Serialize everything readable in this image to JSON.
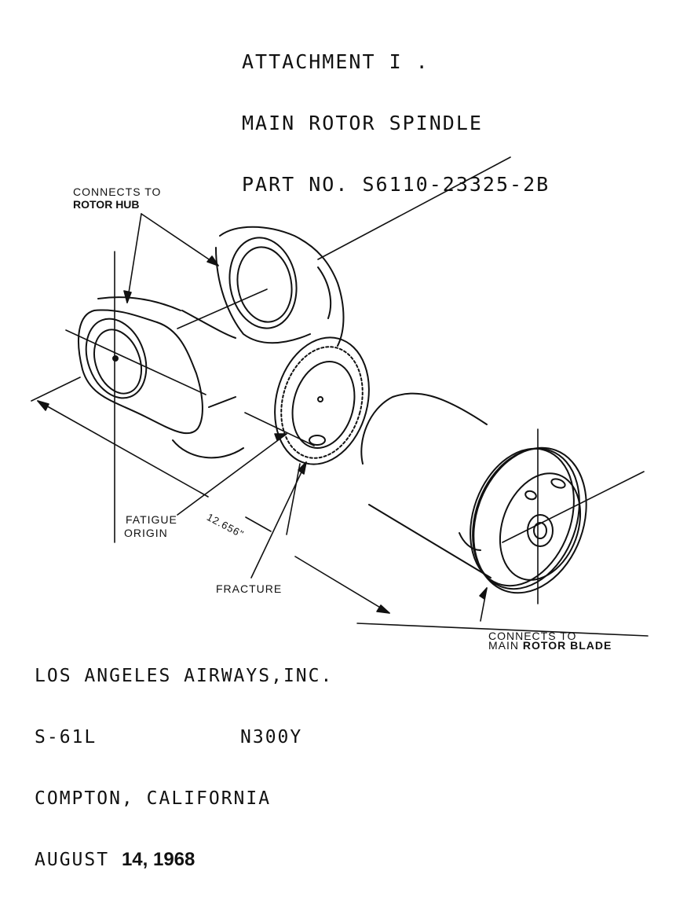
{
  "header": {
    "line1": "ATTACHMENT I .",
    "line2": "MAIN ROTOR SPINDLE",
    "line3_prefix": "PART NO. ",
    "part_number": "S6110-23325-2B"
  },
  "labels": {
    "connects_to_hub_line1": "CONNECTS TO",
    "connects_to_hub_line2": "ROTOR HUB",
    "fatigue_line1": "FATIGUE",
    "fatigue_line2": "ORIGIN",
    "fracture": "FRACTURE",
    "dimension": "12.656\"",
    "connects_to_blade_line1": "CONNECTS TO",
    "connects_to_blade_line2_a": "MAIN ",
    "connects_to_blade_line2_b": "ROTOR BLADE"
  },
  "footer": {
    "company": "LOS ANGELES AIRWAYS,INC.",
    "model": "S-61L",
    "registration": "N300Y",
    "location": "COMPTON, CALIFORNIA",
    "date_month": "AUGUST ",
    "date_day": "14, 1968"
  },
  "colors": {
    "ink": "#111111",
    "paper": "#ffffff"
  }
}
